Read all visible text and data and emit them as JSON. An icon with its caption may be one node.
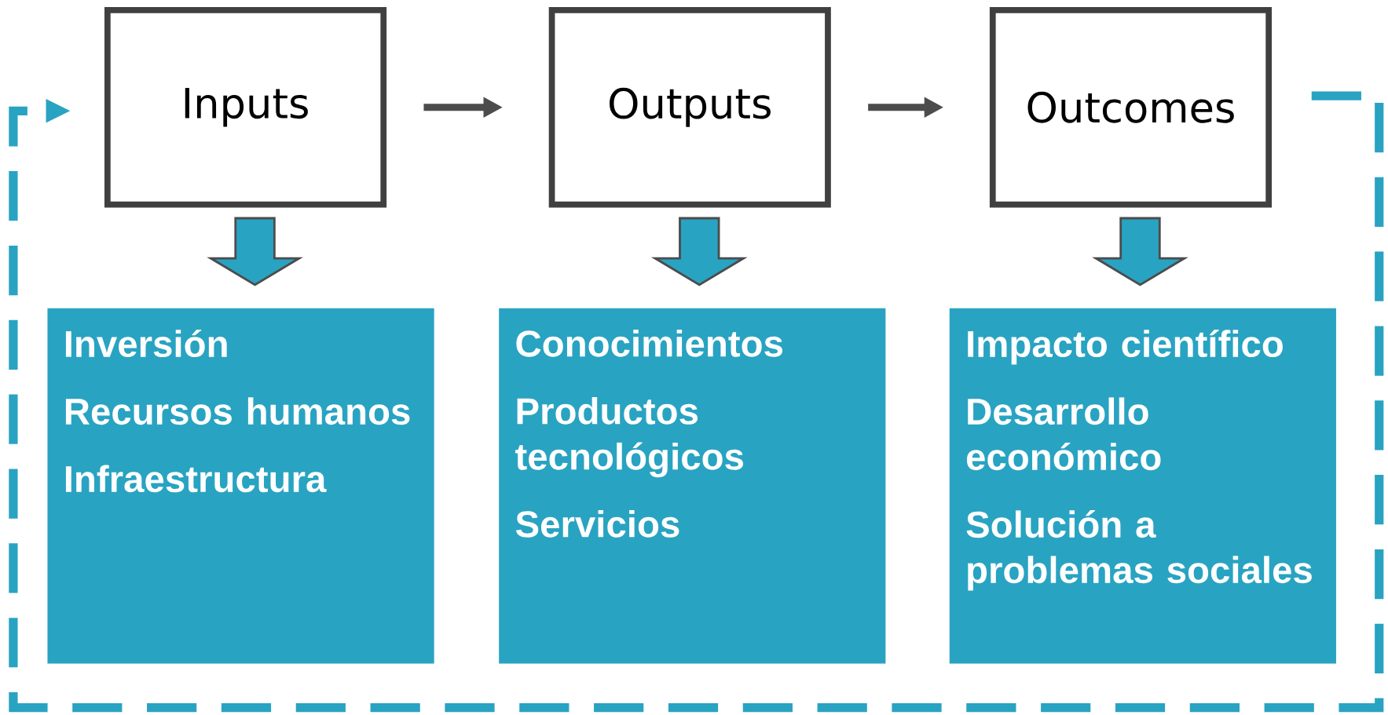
{
  "diagram": {
    "nodes": [
      {
        "text": [
          "Inputs"
        ]
      },
      {
        "text": [
          "Outputs"
        ]
      },
      {
        "text": [
          "Outcomes"
        ]
      },
      {
        "text": [
          "Inversión",
          "Recursos humanos",
          "Infraestructura"
        ]
      },
      {
        "text": [
          "Conocimientos",
          "Productos tecnológicos",
          "Servicios"
        ]
      },
      {
        "text": [
          "Impacto científico",
          "Desarrollo económico",
          "Solución a problemas sociales"
        ]
      }
    ],
    "edges": [
      {
        "from": 0,
        "to": 1,
        "arrow": "to"
      },
      {
        "from": 1,
        "to": 2,
        "arrow": "to"
      },
      {
        "from": 0,
        "to": 3,
        "arrow": "to",
        "style": "thick"
      },
      {
        "from": 1,
        "to": 4,
        "arrow": "to",
        "style": "thick"
      },
      {
        "from": 2,
        "to": 5,
        "arrow": "to",
        "style": "thick"
      },
      {
        "from": 2,
        "to": 0,
        "arrow": "to",
        "style": "dashed",
        "color": "#29a3c2"
      }
    ]
  }
}
